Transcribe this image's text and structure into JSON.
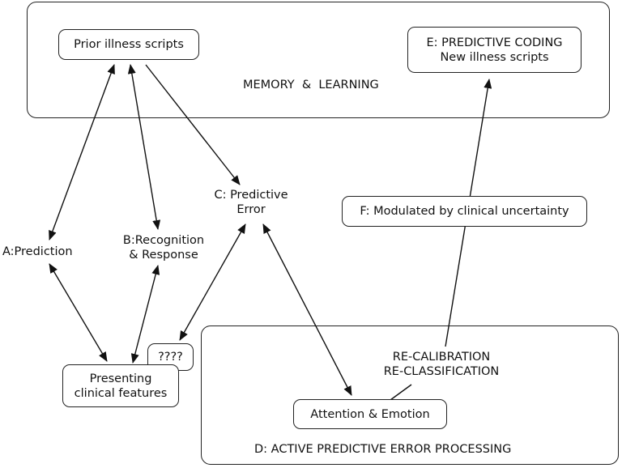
{
  "regions": {
    "memory_learning": "MEMORY  &  LEARNING",
    "active_processing": "D: ACTIVE PREDICTIVE ERROR PROCESSING"
  },
  "nodes": {
    "prior_scripts": "Prior illness scripts",
    "predictive_coding": [
      "E: PREDICTIVE CODING",
      "New illness scripts"
    ],
    "predictive_error": [
      "C: Predictive",
      "Error"
    ],
    "modulated": "F: Modulated by clinical uncertainty",
    "prediction": "A:Prediction",
    "recognition": [
      "B:Recognition",
      "& Response"
    ],
    "unknown": "????",
    "presenting": [
      "Presenting",
      "clinical features"
    ],
    "recalibration": [
      "RE-CALIBRATION",
      "RE-CLASSIFICATION"
    ],
    "attention": "Attention & Emotion"
  }
}
